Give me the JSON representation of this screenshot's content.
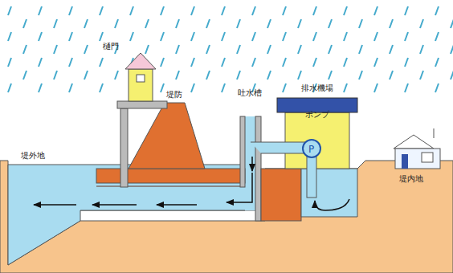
{
  "diagram": {
    "nodes": [
      {
        "text": [
          "排水機場",
          "ポンプ"
        ]
      }
    ],
    "labels": [
      "樋門",
      "堤防",
      "吐水槽",
      "堤外地",
      "堤内地"
    ]
  }
}
